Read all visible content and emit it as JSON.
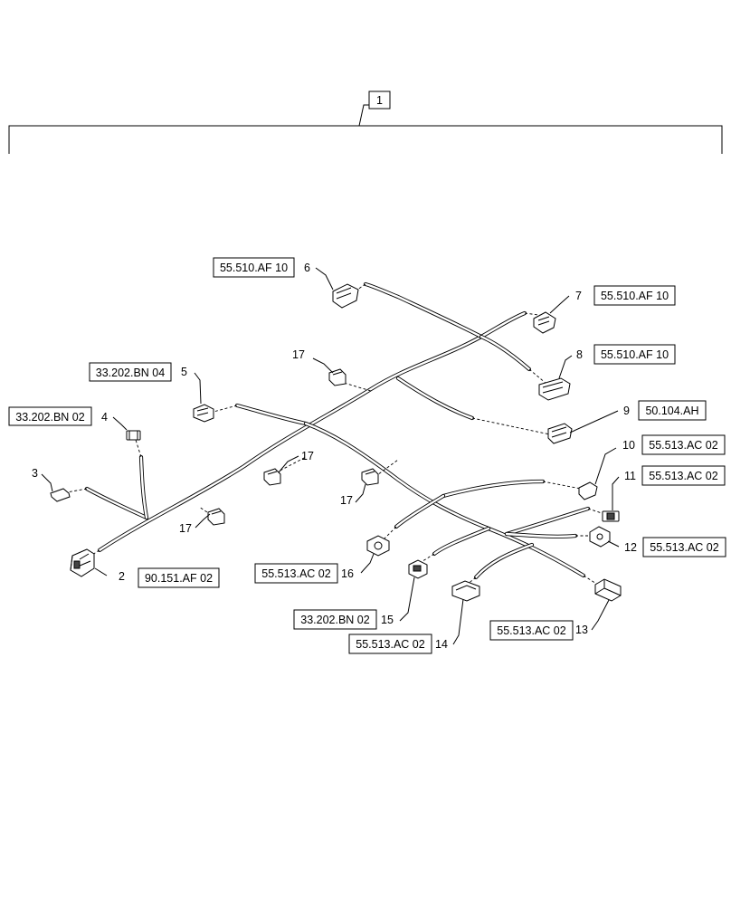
{
  "assembly": {
    "item": "1"
  },
  "components": [
    {
      "item": "2",
      "ref": "90.151.AF 02",
      "icon": "connector-icon"
    },
    {
      "item": "3",
      "ref": "",
      "icon": "connector-icon"
    },
    {
      "item": "4",
      "ref": "33.202.BN 02",
      "icon": "connector-icon"
    },
    {
      "item": "5",
      "ref": "33.202.BN 04",
      "icon": "connector-icon"
    },
    {
      "item": "6",
      "ref": "55.510.AF 10",
      "icon": "connector-icon"
    },
    {
      "item": "7",
      "ref": "55.510.AF 10",
      "icon": "connector-icon"
    },
    {
      "item": "8",
      "ref": "55.510.AF 10",
      "icon": "connector-icon"
    },
    {
      "item": "9",
      "ref": "50.104.AH",
      "icon": "connector-icon"
    },
    {
      "item": "10",
      "ref": "55.513.AC 02",
      "icon": "connector-icon"
    },
    {
      "item": "11",
      "ref": "55.513.AC 02",
      "icon": "connector-icon"
    },
    {
      "item": "12",
      "ref": "55.513.AC 02",
      "icon": "connector-icon"
    },
    {
      "item": "13",
      "ref": "55.513.AC 02",
      "icon": "connector-icon"
    },
    {
      "item": "14",
      "ref": "55.513.AC 02",
      "icon": "connector-icon"
    },
    {
      "item": "15",
      "ref": "33.202.BN 02",
      "icon": "connector-icon"
    },
    {
      "item": "16",
      "ref": "55.513.AC 02",
      "icon": "connector-icon"
    }
  ],
  "clips": {
    "item": "17",
    "count": 4,
    "icon": "clip-icon"
  }
}
